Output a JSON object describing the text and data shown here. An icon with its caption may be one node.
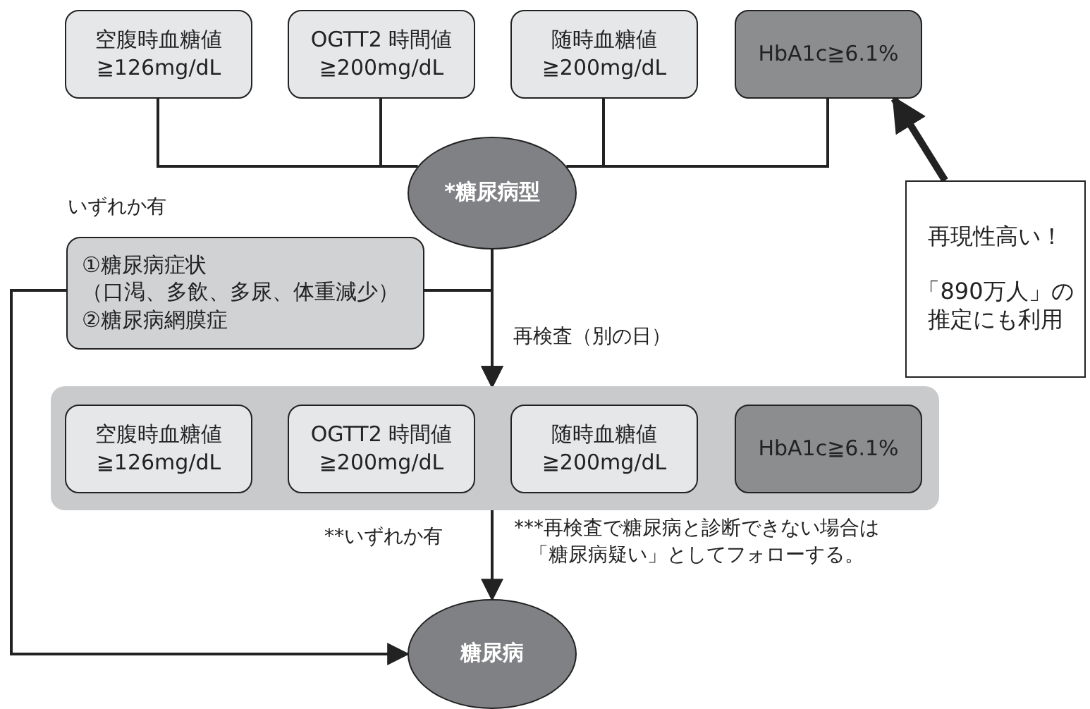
{
  "diagram": {
    "nodes": [
      {
        "text": [
          "空腹時血糖値",
          "≧126mg/dL"
        ]
      },
      {
        "text": [
          "OGTT2 時間値",
          "≧200mg/dL"
        ]
      },
      {
        "text": [
          "随時血糖値",
          "≧200mg/dL"
        ]
      },
      {
        "text": [
          "HbA1c≧6.1%"
        ]
      },
      {
        "text": [
          "*糖尿病型"
        ]
      },
      {
        "text": [
          "①糖尿病症状",
          "（口渇、多飲、多尿、体重減少）",
          "②糖尿病網膜症"
        ],
        "beside": [
          "いずれか有"
        ]
      },
      {
        "text": [],
        "shape": "box"
      },
      {
        "text": [
          "空腹時血糖値",
          "≧126mg/dL"
        ],
        "in": 6
      },
      {
        "text": [
          "OGTT2 時間値",
          "≧200mg/dL"
        ],
        "in": 6
      },
      {
        "text": [
          "随時血糖値",
          "≧200mg/dL"
        ],
        "in": 6
      },
      {
        "text": [
          "HbA1c≧6.1%"
        ],
        "in": 6
      },
      {
        "text": [
          "糖尿病"
        ]
      },
      {
        "text": [
          "再現性高い！",
          "「890万人」の推定にも利用"
        ]
      }
    ],
    "edges": [
      {
        "from": 0,
        "to": 4,
        "arrow": "none"
      },
      {
        "from": 1,
        "to": 4,
        "arrow": "none"
      },
      {
        "from": 2,
        "to": 4,
        "arrow": "none"
      },
      {
        "from": 3,
        "to": 4,
        "arrow": "none"
      },
      {
        "from": 4,
        "to": 6,
        "arrow": "to",
        "label": "再検査（別の日）"
      },
      {
        "from": 5,
        "to": 6,
        "arrow": "to"
      },
      {
        "from": 5,
        "to": 11,
        "arrow": "to"
      },
      {
        "from": 6,
        "to": 11,
        "arrow": "to",
        "label": "**いずれか有"
      },
      {
        "from": 12,
        "to": 3,
        "arrow": "to",
        "style": "thick"
      }
    ],
    "labels": [
      "***再検査で糖尿病と診断できない場合は「糖尿病疑い」としてフォローする。"
    ]
  }
}
